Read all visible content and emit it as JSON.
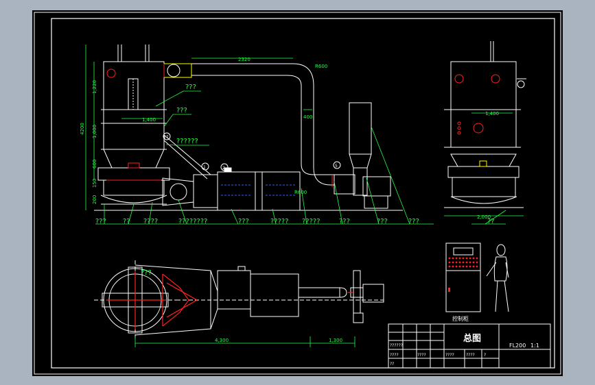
{
  "drawing": {
    "title": "总图",
    "model": "FL200",
    "scale_note": "1:1",
    "control_cabinet_label": "控制柜",
    "dims": {
      "width_top": "2320",
      "radius_1": "R600",
      "radius_2": "R600",
      "height_total": "4200",
      "h_1220": "1,220",
      "h_1000": "1,000",
      "h_600": "600",
      "h_150": "150",
      "h_200": "200",
      "dia_1400_a": "1,400",
      "dia_1400_b": "1,400",
      "vertical_400": "400",
      "side_width": "2,000",
      "plan_4300": "4,300",
      "plan_1300": "1,300"
    },
    "callouts_top": [
      "???",
      "???",
      "??????"
    ],
    "callouts_numbers": [
      "1",
      "2",
      "17",
      "5"
    ],
    "callouts_bottom": [
      "???",
      "??",
      "????",
      "????????",
      "???",
      "?????",
      "?????",
      "???",
      "???",
      "???"
    ],
    "callout_side": "??",
    "callout_plan": "???",
    "titleblock_cells": [
      "??????",
      "????",
      "????",
      "????",
      "????",
      "?",
      "??"
    ]
  },
  "colors": {
    "background": "#000000",
    "frame": "#ffffff",
    "equipment": "#ffffff",
    "dimension": "#22ff44",
    "callout": "#22ff44",
    "red_accent": "#ff2020",
    "yellow_accent": "#ffff00",
    "cyan_accent": "#00e0ff",
    "blue_accent": "#3060ff",
    "outer_background": "#aab4c0"
  }
}
